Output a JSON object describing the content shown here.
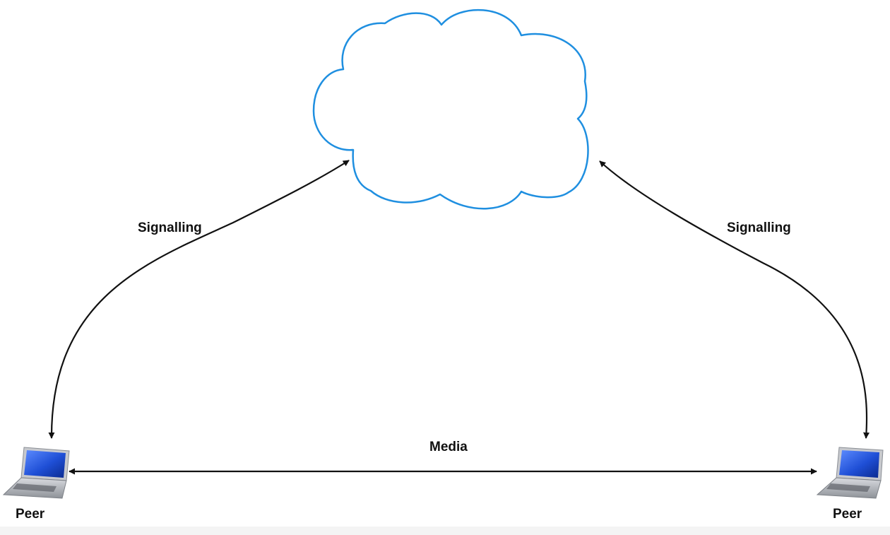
{
  "diagram": {
    "signalling_left": "Signalling",
    "signalling_right": "Signalling",
    "media": "Media",
    "peer_left": "Peer",
    "peer_right": "Peer"
  },
  "colors": {
    "cloud_stroke": "#1f8fe0",
    "arrow": "#111111",
    "laptop_screen": "#1f4fd6",
    "laptop_body": "#b9bcc2"
  },
  "icons": [
    "cloud-icon",
    "laptop-icon",
    "laptop-icon"
  ]
}
